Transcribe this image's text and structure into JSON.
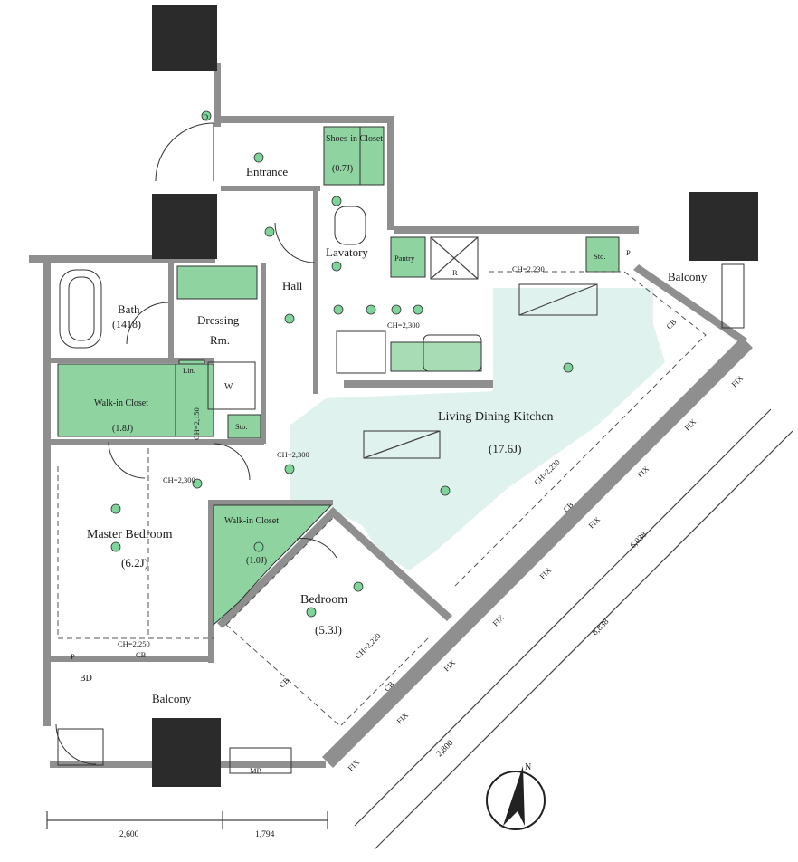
{
  "rooms": {
    "entrance": "Entrance",
    "shoes_in_closet": "Shoes-in Closet",
    "shoes_in_closet_size": "(0.7J)",
    "lavatory": "Lavatory",
    "pantry": "Pantry",
    "storage_top": "Sto.",
    "balcony_top": "Balcony",
    "bath": "Bath",
    "bath_size": "(1418)",
    "dressing": "Dressing",
    "dressing_rm": "Rm.",
    "hall": "Hall",
    "lin": "Lin.",
    "walkin_master": "Walk-in Closet",
    "walkin_master_size": "(1.8J)",
    "storage_mid": "Sto.",
    "ldk": "Living Dining Kitchen",
    "ldk_size": "(17.6J)",
    "master_bedroom": "Master Bedroom",
    "master_bedroom_size": "(6.2J)",
    "walkin_bedroom": "Walk-in Closet",
    "walkin_bedroom_size": "(1.0J)",
    "bedroom": "Bedroom",
    "bedroom_size": "(5.3J)",
    "balcony_bottom": "Balcony"
  },
  "ceiling_heights": {
    "kitchen_top": "CH=2,230",
    "kitchen_mid": "CH=2,300",
    "hall": "CH=2,300",
    "master": "CH=2,300",
    "master_bottom": "CH=2,250",
    "walkin": "CH=2,150",
    "ldk_diag": "CH=2,230",
    "bedroom_diag": "CH=2,220"
  },
  "labels": {
    "cb": "CB",
    "fix": "FIX",
    "bd": "BD",
    "w": "W",
    "r": "R",
    "p": "P",
    "d": "D",
    "mb": "MB"
  },
  "dimensions": {
    "bottom_left": "2,600",
    "bottom_right": "1,794",
    "diag_a": "6,038",
    "diag_b": "8,838",
    "diag_c": "2,800"
  },
  "compass": {
    "north": "N"
  },
  "colors": {
    "closet_green": "#8fd3a1",
    "ldk_tint": "#dff2ee",
    "wall": "#8f8f8f",
    "pillar": "#2b2b2b"
  }
}
